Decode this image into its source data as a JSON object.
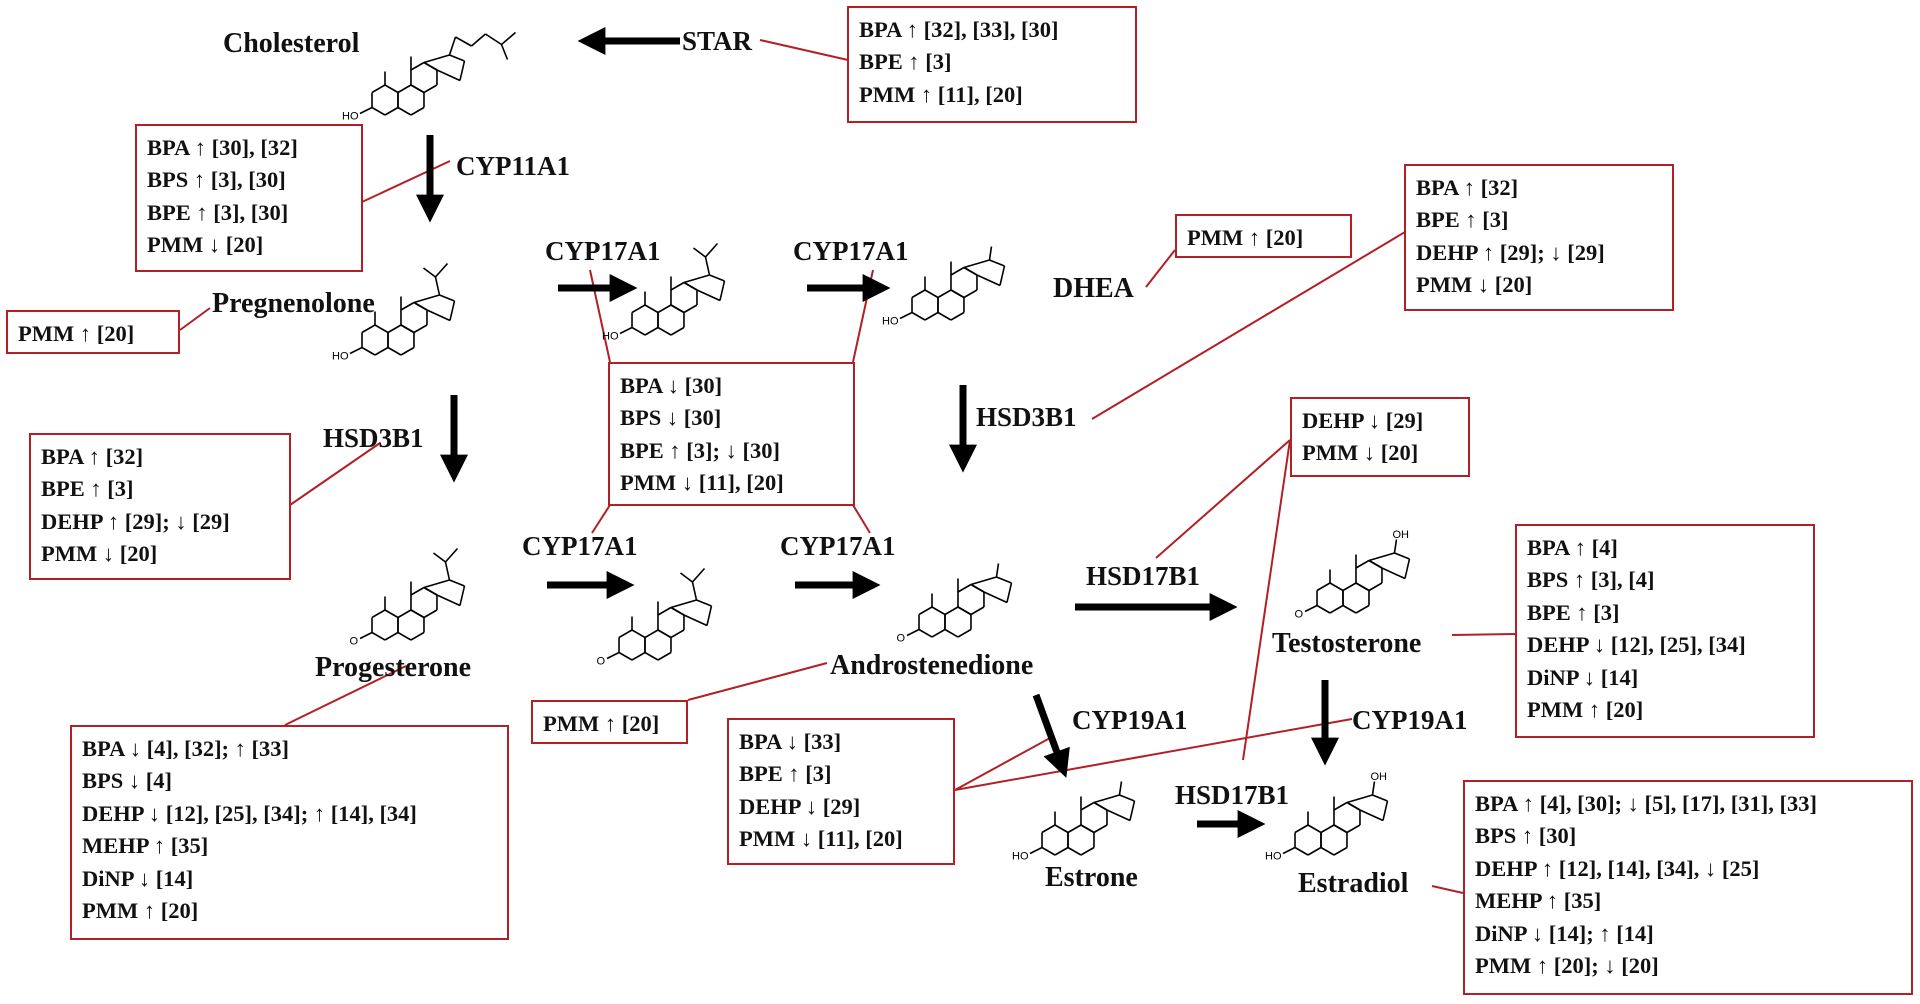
{
  "compounds": {
    "cholesterol": "Cholesterol",
    "pregnenolone": "Pregnenolone",
    "dhea": "DHEA",
    "progesterone": "Progesterone",
    "androstenedione": "Androstenedione",
    "testosterone": "Testosterone",
    "estrone": "Estrone",
    "estradiol": "Estradiol"
  },
  "enzymes": {
    "star": "STAR",
    "cyp11a1": "CYP11A1",
    "cyp17a1_top_left": "CYP17A1",
    "cyp17a1_top_right": "CYP17A1",
    "hsd3b1_left": "HSD3B1",
    "hsd3b1_right": "HSD3B1",
    "cyp17a1_mid_left": "CYP17A1",
    "cyp17a1_mid_right": "CYP17A1",
    "hsd17b1_mid": "HSD17B1",
    "cyp19a1_left": "CYP19A1",
    "cyp19a1_right": "CYP19A1",
    "hsd17b1_bottom": "HSD17B1"
  },
  "structure_text": {
    "ho": "HO",
    "oh": "OH",
    "o": "O"
  },
  "boxes": {
    "star": [
      "BPA ↑ [32], [33], [30]",
      "BPE ↑ [3]",
      "PMM ↑ [11], [20]"
    ],
    "cyp11a1": [
      "BPA ↑ [30], [32]",
      "BPS ↑ [3], [30]",
      "BPE ↑ [3], [30]",
      "PMM ↓ [20]"
    ],
    "pregnenolone": [
      "PMM ↑ [20]"
    ],
    "dhea": [
      "PMM ↑ [20]"
    ],
    "hsd3b1_right": [
      "BPA ↑ [32]",
      "BPE ↑ [3]",
      "DEHP ↑ [29]; ↓ [29]",
      "PMM ↓ [20]"
    ],
    "cyp17a1": [
      "BPA ↓ [30]",
      "BPS ↓ [30]",
      "BPE ↑ [3]; ↓ [30]",
      "PMM ↓ [11], [20]"
    ],
    "hsd3b1_left": [
      "BPA ↑ [32]",
      "BPE ↑ [3]",
      "DEHP ↑ [29]; ↓ [29]",
      "PMM ↓ [20]"
    ],
    "hsd17b1": [
      "DEHP ↓ [29]",
      "PMM ↓ [20]"
    ],
    "testosterone": [
      "BPA ↑ [4]",
      "BPS ↑ [3], [4]",
      "BPE ↑ [3]",
      "DEHP ↓ [12], [25], [34]",
      "DiNP ↓ [14]",
      "PMM ↑ [20]"
    ],
    "androstenedione": [
      "PMM ↑ [20]"
    ],
    "progesterone": [
      "BPA ↓ [4], [32]; ↑ [33]",
      "BPS ↓ [4]",
      "DEHP ↓ [12], [25], [34]; ↑ [14], [34]",
      "MEHP ↑ [35]",
      "DiNP ↓ [14]",
      "PMM ↑ [20]"
    ],
    "cyp19a1": [
      "BPA ↓ [33]",
      "BPE ↑ [3]",
      "DEHP ↓ [29]",
      "PMM ↓ [11], [20]"
    ],
    "estradiol": [
      "BPA ↑ [4], [30]; ↓ [5], [17], [31], [33]",
      "BPS ↑ [30]",
      "DEHP ↑ [12], [14], [34], ↓ [25]",
      "MEHP ↑ [35]",
      "DiNP ↓ [14]; ↑ [14]",
      "PMM ↑ [20]; ↓ [20]"
    ]
  },
  "colors": {
    "box_border": "#b22025",
    "connector": "#b22025",
    "arrow": "#000000",
    "text": "#111111"
  }
}
